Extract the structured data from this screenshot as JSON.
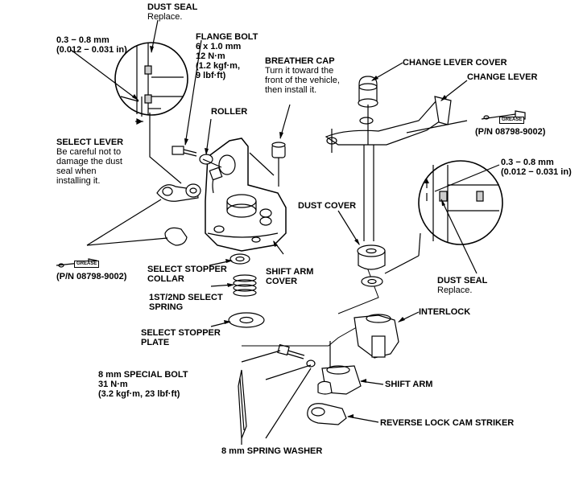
{
  "labels": {
    "dust_seal_top": {
      "title": "DUST SEAL",
      "sub": [
        "Replace."
      ]
    },
    "clearance_left": {
      "title": "0.3 − 0.8 mm",
      "sub": [
        "(0.012 − 0.031 in)"
      ]
    },
    "flange_bolt": {
      "title": "FLANGE BOLT",
      "sub": [
        "6 x 1.0 mm",
        "12 N·m",
        "(1.2 kgf·m,",
        "9 lbf·ft)"
      ]
    },
    "breather_cap": {
      "title": "BREATHER CAP",
      "sub": [
        "Turn it toward the",
        "front of the vehicle,",
        "then install it."
      ]
    },
    "change_lever_cover": {
      "title": "CHANGE LEVER COVER"
    },
    "change_lever": {
      "title": "CHANGE LEVER"
    },
    "roller": {
      "title": "ROLLER"
    },
    "select_lever": {
      "title": "SELECT LEVER",
      "sub": [
        "Be careful not to",
        "damage the dust",
        "seal when",
        "installing it."
      ]
    },
    "clearance_right": {
      "title": "0.3 − 0.8 mm",
      "sub": [
        "(0.012 − 0.031 in)"
      ]
    },
    "dust_cover": {
      "title": "DUST COVER"
    },
    "select_stopper_collar": {
      "title": "SELECT STOPPER",
      "sub": [
        "COLLAR"
      ]
    },
    "shift_arm_cover": {
      "title": "SHIFT ARM",
      "sub": [
        "COVER"
      ]
    },
    "dust_seal_right": {
      "title": "DUST SEAL",
      "sub": [
        "Replace."
      ]
    },
    "select_spring": {
      "title": "1ST/2ND SELECT",
      "sub": [
        "SPRING"
      ]
    },
    "interlock": {
      "title": "INTERLOCK"
    },
    "select_stopper_plate": {
      "title": "SELECT STOPPER",
      "sub": [
        "PLATE"
      ]
    },
    "special_bolt": {
      "title": "8 mm SPECIAL BOLT",
      "sub": [
        "31 N·m",
        "(3.2 kgf·m, 23 lbf·ft)"
      ]
    },
    "shift_arm": {
      "title": "SHIFT ARM"
    },
    "reverse_lock": {
      "title": "REVERSE LOCK CAM STRIKER"
    },
    "spring_washer": {
      "title": "8 mm SPRING WASHER"
    }
  },
  "grease": {
    "label": "GREASE",
    "part_number_left": "(P/N 08798-9002)",
    "part_number_right": "(P/N 08798-9002)"
  }
}
